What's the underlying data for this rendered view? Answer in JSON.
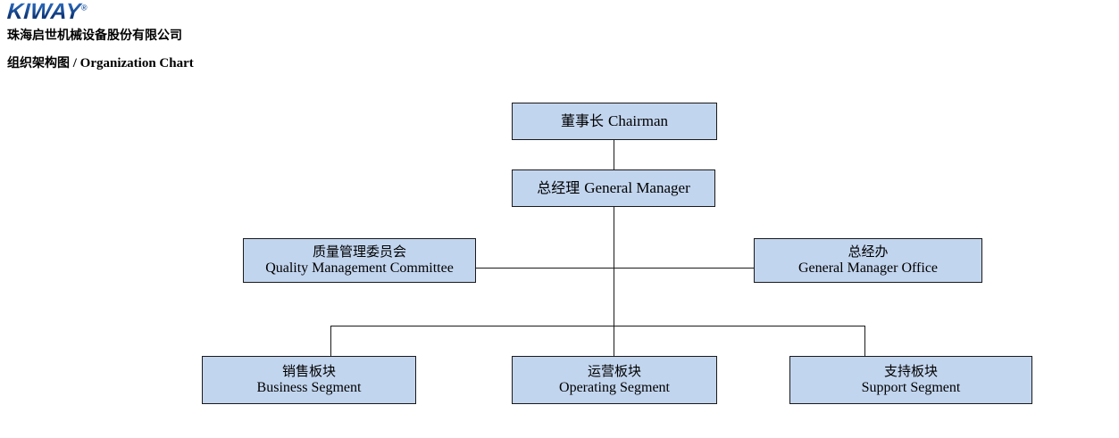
{
  "header": {
    "logo_text": "KIWAY",
    "logo_trademark": "®",
    "company_name": "珠海启世机械设备股份有限公司",
    "title_cn": "组织架构图",
    "title_separator": " / ",
    "title_en": "Organization Chart"
  },
  "colors": {
    "node_fill": "#c2d5ee",
    "node_border": "#1a1a1a",
    "logo_blue": "#1b4f97",
    "connector": "#1a1a1a",
    "background": "#ffffff"
  },
  "chart_data": {
    "type": "diagram",
    "title": "组织架构图 / Organization Chart",
    "nodes": [
      {
        "id": "chairman",
        "cn": "董事长",
        "en": "Chairman",
        "level": 0
      },
      {
        "id": "general-manager",
        "cn": "总经理",
        "en": "General Manager",
        "level": 1
      },
      {
        "id": "quality-committee",
        "cn": "质量管理委员会",
        "en": "Quality Management Committee",
        "level": 2
      },
      {
        "id": "gm-office",
        "cn": "总经办",
        "en": "General Manager Office",
        "level": 2
      },
      {
        "id": "business",
        "cn": "销售板块",
        "en": "Business Segment",
        "level": 3
      },
      {
        "id": "operating",
        "cn": "运营板块",
        "en": "Operating Segment",
        "level": 3
      },
      {
        "id": "support",
        "cn": "支持板块",
        "en": "Support Segment",
        "level": 3
      }
    ],
    "edges": [
      {
        "from": "chairman",
        "to": "general-manager"
      },
      {
        "from": "general-manager",
        "to": "quality-committee"
      },
      {
        "from": "general-manager",
        "to": "gm-office"
      },
      {
        "from": "general-manager",
        "to": "business"
      },
      {
        "from": "general-manager",
        "to": "operating"
      },
      {
        "from": "general-manager",
        "to": "support"
      }
    ]
  }
}
